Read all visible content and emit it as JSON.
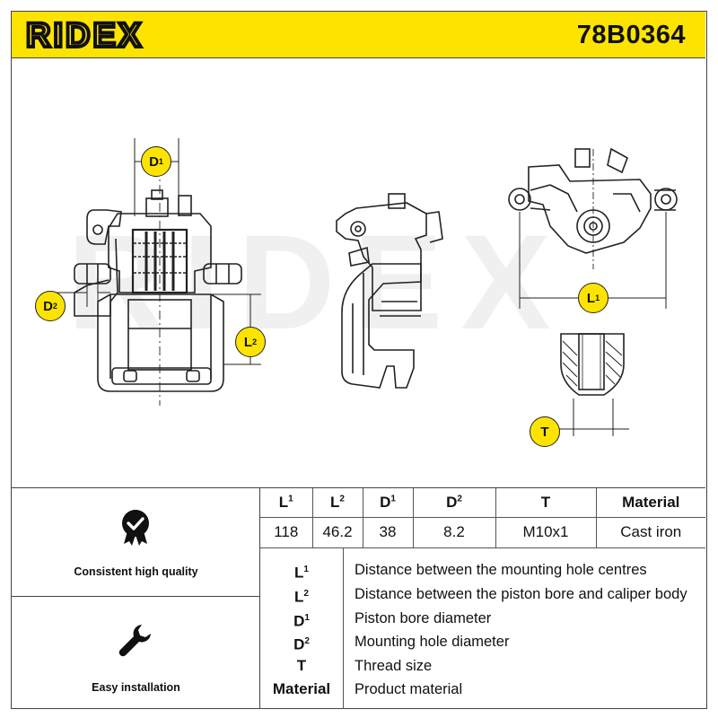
{
  "header": {
    "brand": "RIDEX",
    "part_number": "78B0364",
    "brand_color": "#fde400"
  },
  "drawing": {
    "watermark": "RIDEX",
    "badges": {
      "d1": {
        "letter": "D",
        "sup": "1"
      },
      "d2": {
        "letter": "D",
        "sup": "2"
      },
      "l1": {
        "letter": "L",
        "sup": "1"
      },
      "l2": {
        "letter": "L",
        "sup": "2"
      },
      "t": {
        "letter": "T",
        "sup": ""
      }
    }
  },
  "features": [
    {
      "label": "Consistent high quality",
      "icon": "quality-medal-icon"
    },
    {
      "label": "Easy installation",
      "icon": "wrench-icon"
    }
  ],
  "spec_table": {
    "headers": [
      {
        "letter": "L",
        "sup": "1"
      },
      {
        "letter": "L",
        "sup": "2"
      },
      {
        "letter": "D",
        "sup": "1"
      },
      {
        "letter": "D",
        "sup": "2"
      },
      {
        "letter": "T",
        "sup": ""
      },
      {
        "letter": "Material",
        "sup": ""
      }
    ],
    "values": [
      "118",
      "46.2",
      "38",
      "8.2",
      "M10x1",
      "Cast iron"
    ]
  },
  "legend": [
    {
      "letter": "L",
      "sup": "1",
      "desc": "Distance between the mounting hole centres"
    },
    {
      "letter": "L",
      "sup": "2",
      "desc": "Distance between the piston bore and caliper body"
    },
    {
      "letter": "D",
      "sup": "1",
      "desc": "Piston bore diameter"
    },
    {
      "letter": "D",
      "sup": "2",
      "desc": "Mounting hole diameter"
    },
    {
      "letter": "T",
      "sup": "",
      "desc": "Thread size"
    },
    {
      "letter": "Material",
      "sup": "",
      "desc": "Product material"
    }
  ]
}
